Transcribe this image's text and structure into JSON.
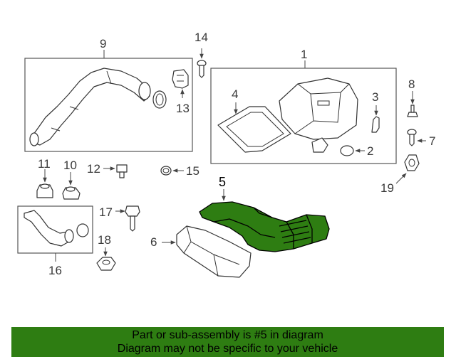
{
  "colors": {
    "highlight": "#2e7d12",
    "banner_bg": "#2e7d12",
    "line": "#333333"
  },
  "callouts": {
    "c1": "1",
    "c2": "2",
    "c3": "3",
    "c4": "4",
    "c5": "5",
    "c6": "6",
    "c7": "7",
    "c8": "8",
    "c9": "9",
    "c10": "10",
    "c11": "11",
    "c12": "12",
    "c13": "13",
    "c14": "14",
    "c15": "15",
    "c16": "16",
    "c17": "17",
    "c18": "18",
    "c19": "19"
  },
  "highlighted_part": "5",
  "banner": {
    "line1": "Part or sub-assembly is #5 in diagram",
    "line2": "Diagram may not be specific to your vehicle"
  }
}
